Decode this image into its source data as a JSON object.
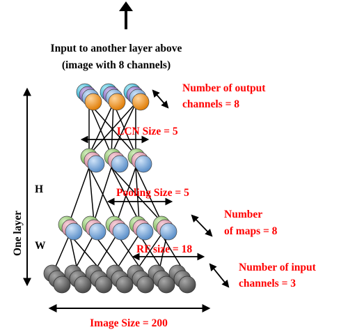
{
  "top_label": {
    "line1": "Input to another layer above",
    "line2": "(image with 8 channels)"
  },
  "side_labels": {
    "one_layer": "One layer",
    "h": "H",
    "w": "W"
  },
  "annotations": {
    "output_channels_line1": "Number  of output",
    "output_channels_line2": "channels = 8",
    "lcn_size": "LCN Size = 5",
    "pooling_size": "Pooling Size = 5",
    "maps_line1": "Number",
    "maps_line2": "of maps = 8",
    "rf_size": "RF size = 18",
    "input_channels_line1": "Number  of input",
    "input_channels_line2": "channels = 3",
    "image_size": "Image Size = 200"
  },
  "colors": {
    "annotation_red": "#ff0000",
    "text_black": "#000000",
    "input_node_gray": "#6e6e6e",
    "node_blue": "#7fb2e5",
    "node_pink": "#e8a7b8",
    "node_green": "#9ccf7a",
    "node_orange": "#f6a12a",
    "node_cyan": "#39c6e6",
    "node_purple": "#8d70c9"
  }
}
